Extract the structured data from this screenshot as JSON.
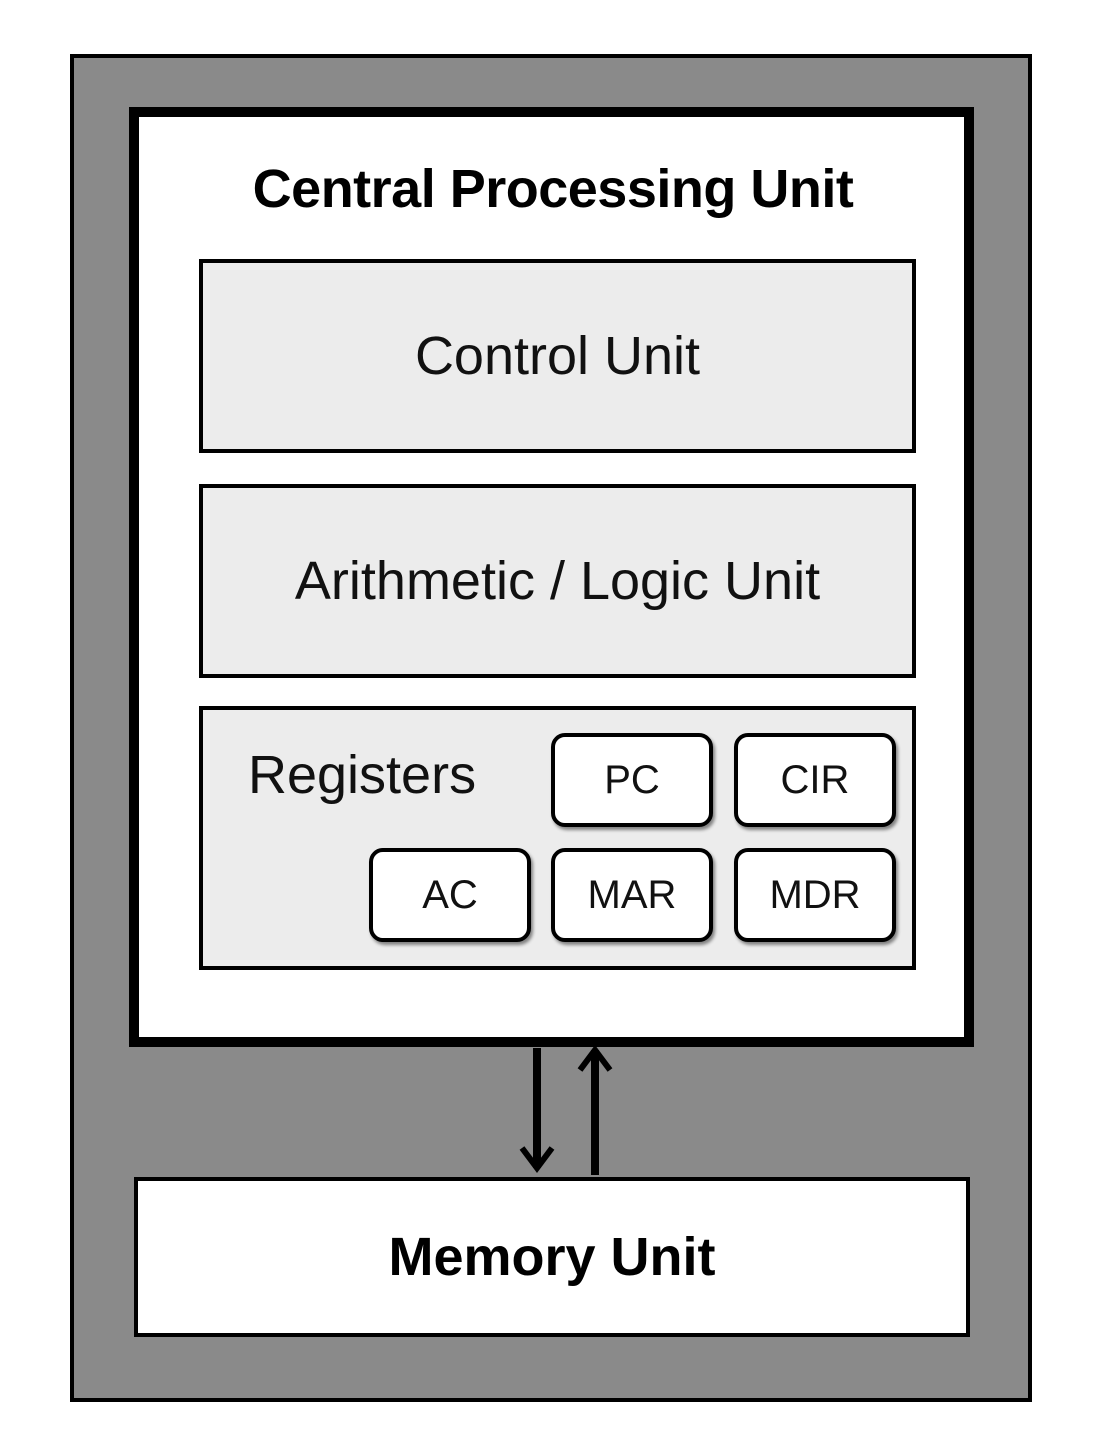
{
  "cpu": {
    "title": "Central Processing Unit",
    "control_unit": "Control Unit",
    "alu": "Arithmetic / Logic Unit",
    "registers": {
      "label": "Registers",
      "items": [
        "PC",
        "CIR",
        "AC",
        "MAR",
        "MDR"
      ]
    }
  },
  "memory": {
    "label": "Memory Unit"
  },
  "colors": {
    "outer_background": "#8a8a8a",
    "unit_fill": "#ececec",
    "border": "#000000"
  }
}
